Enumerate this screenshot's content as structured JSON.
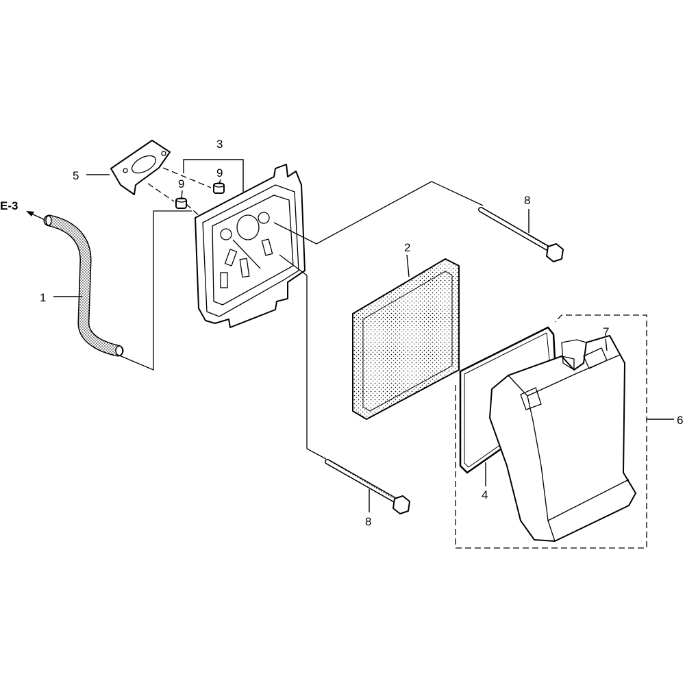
{
  "diagram": {
    "reference": "E-3",
    "callouts": [
      "1",
      "2",
      "3",
      "4",
      "5",
      "6",
      "7",
      "8",
      "8",
      "9",
      "9"
    ]
  }
}
